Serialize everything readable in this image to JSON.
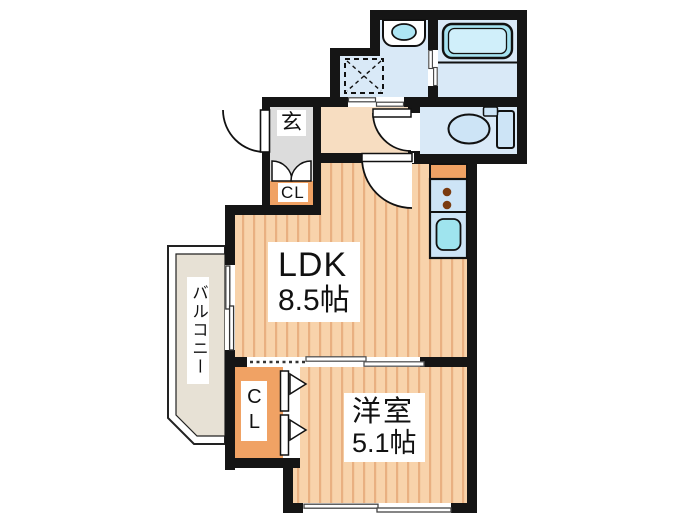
{
  "rooms": {
    "entrance": {
      "label": "玄"
    },
    "entrance_closet": {
      "label": "CL"
    },
    "ldk": {
      "name": "LDK",
      "size": "8.5帖"
    },
    "western_room": {
      "name": "洋室",
      "size": "5.1帖"
    },
    "western_closet": {
      "label": "CL"
    },
    "balcony": {
      "label": "バルコニー"
    }
  },
  "fixtures": {
    "bathtub": "bathtub",
    "toilet": "toilet",
    "vanity_sink": "vanity-sink",
    "washer_pan": "washing-machine-pan",
    "stove": "two-burner-stove",
    "kitchen_sink": "kitchen-sink",
    "refrigerator_space": "refrigerator-space"
  },
  "colors": {
    "wall": "#151515",
    "wood_floor": "#f8d3ab",
    "wood_stripe": "#e5a877",
    "hallway_floor": "#f7ddc1",
    "entrance_floor": "#dcdcdc",
    "closet_fill": "#f0a264",
    "water_floor": "#d9e9f7",
    "fixture_blue": "#cde4f6",
    "bathtub_fill": "#a5e2f0",
    "sink_cyan": "#9fe4ee",
    "balcony_floor": "#e7e1d5",
    "stove_dot": "#7a3b10"
  }
}
